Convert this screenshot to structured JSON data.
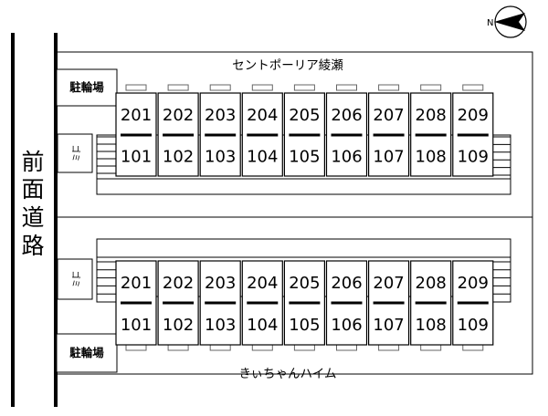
{
  "road_label": "前面道路",
  "compass": {
    "north": "N"
  },
  "buildings": [
    {
      "name": "セントポーリア綾瀬",
      "bike_parking": "駐輪場",
      "garbage": "ゴミ",
      "upper_rooms": [
        "201",
        "202",
        "203",
        "204",
        "205",
        "206",
        "207",
        "208",
        "209"
      ],
      "lower_rooms": [
        "101",
        "102",
        "103",
        "104",
        "105",
        "106",
        "107",
        "108",
        "109"
      ]
    },
    {
      "name": "きぃちゃんハイム",
      "bike_parking": "駐輪場",
      "garbage": "ゴミ",
      "upper_rooms": [
        "201",
        "202",
        "203",
        "204",
        "205",
        "206",
        "207",
        "208",
        "209"
      ],
      "lower_rooms": [
        "101",
        "102",
        "103",
        "104",
        "105",
        "106",
        "107",
        "108",
        "109"
      ]
    }
  ]
}
